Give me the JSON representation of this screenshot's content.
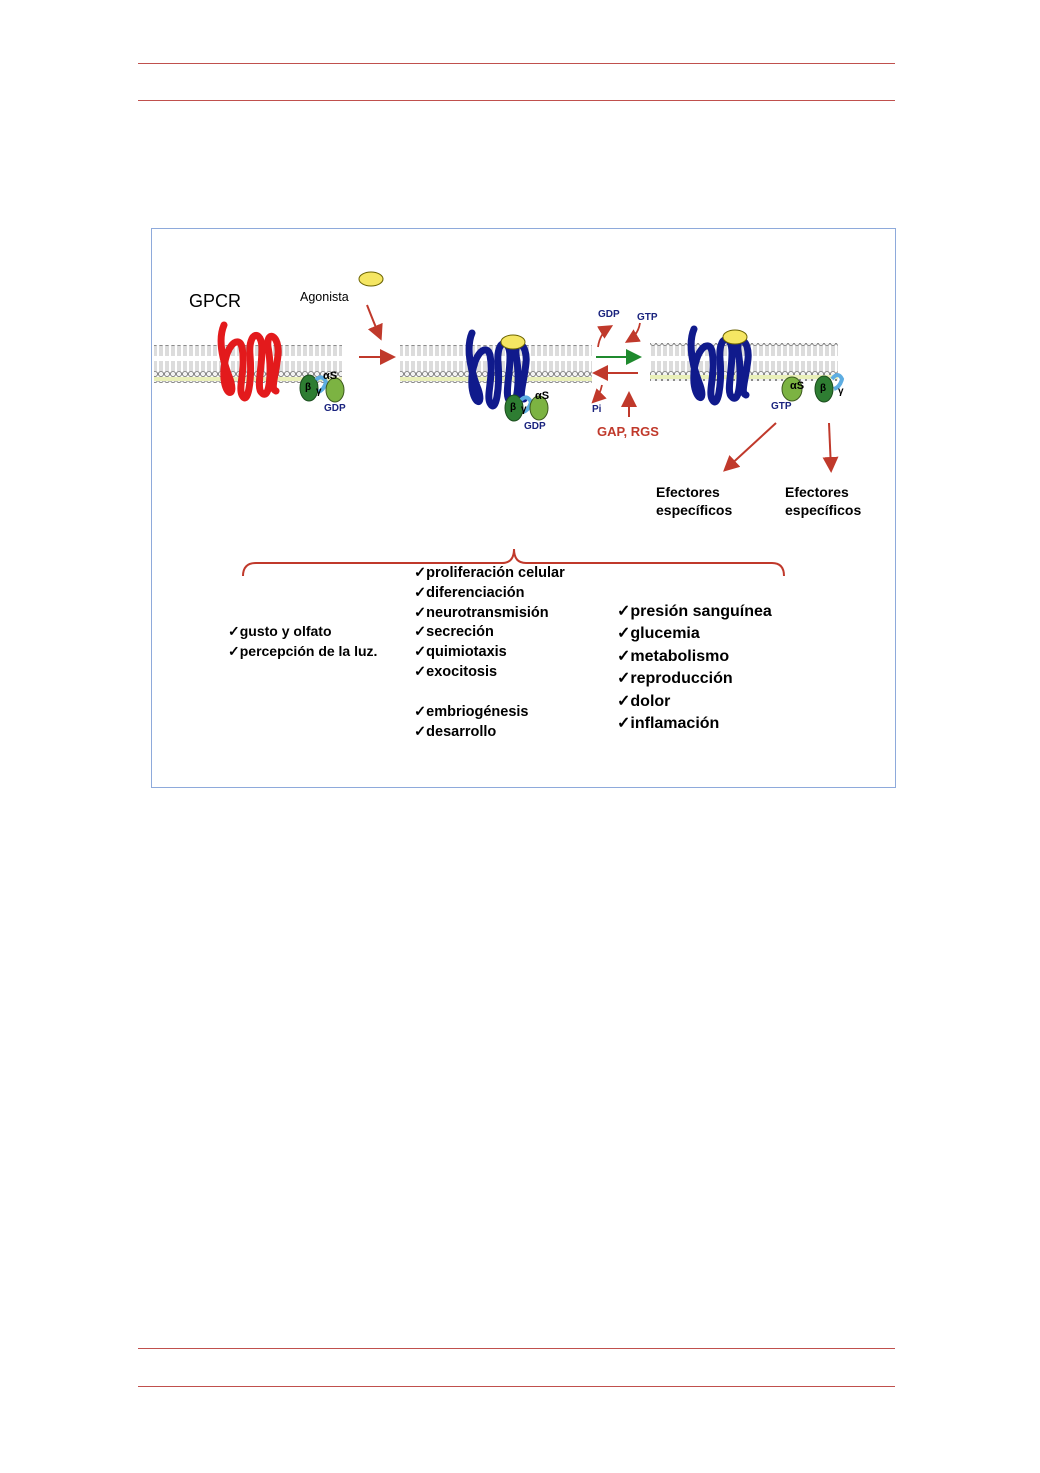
{
  "diagram": {
    "labels": {
      "gpcr": "GPCR",
      "agonista": "Agonista",
      "gdp_stage1": "GDP",
      "gdp_stage2": "GDP",
      "gdp_exchange": "GDP",
      "gtp_exchange": "GTP",
      "pi": "Pi",
      "gap_rgs": "GAP, RGS",
      "gtp_stage3": "GTP",
      "alpha_s_1": "αS",
      "alpha_s_2": "αS",
      "alpha_s_3": "αS",
      "beta_1": "β",
      "gamma_1": "γ",
      "beta_2": "β",
      "gamma_2": "γ",
      "beta_3": "β",
      "gamma_3": "γ",
      "efectores_1": "Efectores\nespecíficos",
      "efectores_2": "Efectores\nespecíficos"
    },
    "lists": {
      "left": [
        "gusto y olfato",
        "percepción de la luz."
      ],
      "middle": [
        "proliferación celular",
        "diferenciación",
        "neurotransmisión",
        "secreción",
        "quimiotaxis",
        "exocitosis"
      ],
      "middle2": [
        "embriogénesis",
        "desarrollo"
      ],
      "right": [
        "presión sanguínea",
        "glucemia",
        "metabolismo",
        "reproducción",
        "dolor",
        "inflamación"
      ]
    },
    "check": "✓",
    "colors": {
      "rule": "#c0504d",
      "receptor_inactive": "#e31a1c",
      "receptor_active": "#101a8c",
      "ligand": "#f5e663",
      "arrow": "#c0392b",
      "arrow_green": "#1f8a2e",
      "alpha": "#7cb342",
      "beta": "#2e7d32",
      "gamma": "#5dade2",
      "gap_text": "#c0392b",
      "nucleotide_text": "#1a237e",
      "border": "#8eaadb"
    }
  }
}
